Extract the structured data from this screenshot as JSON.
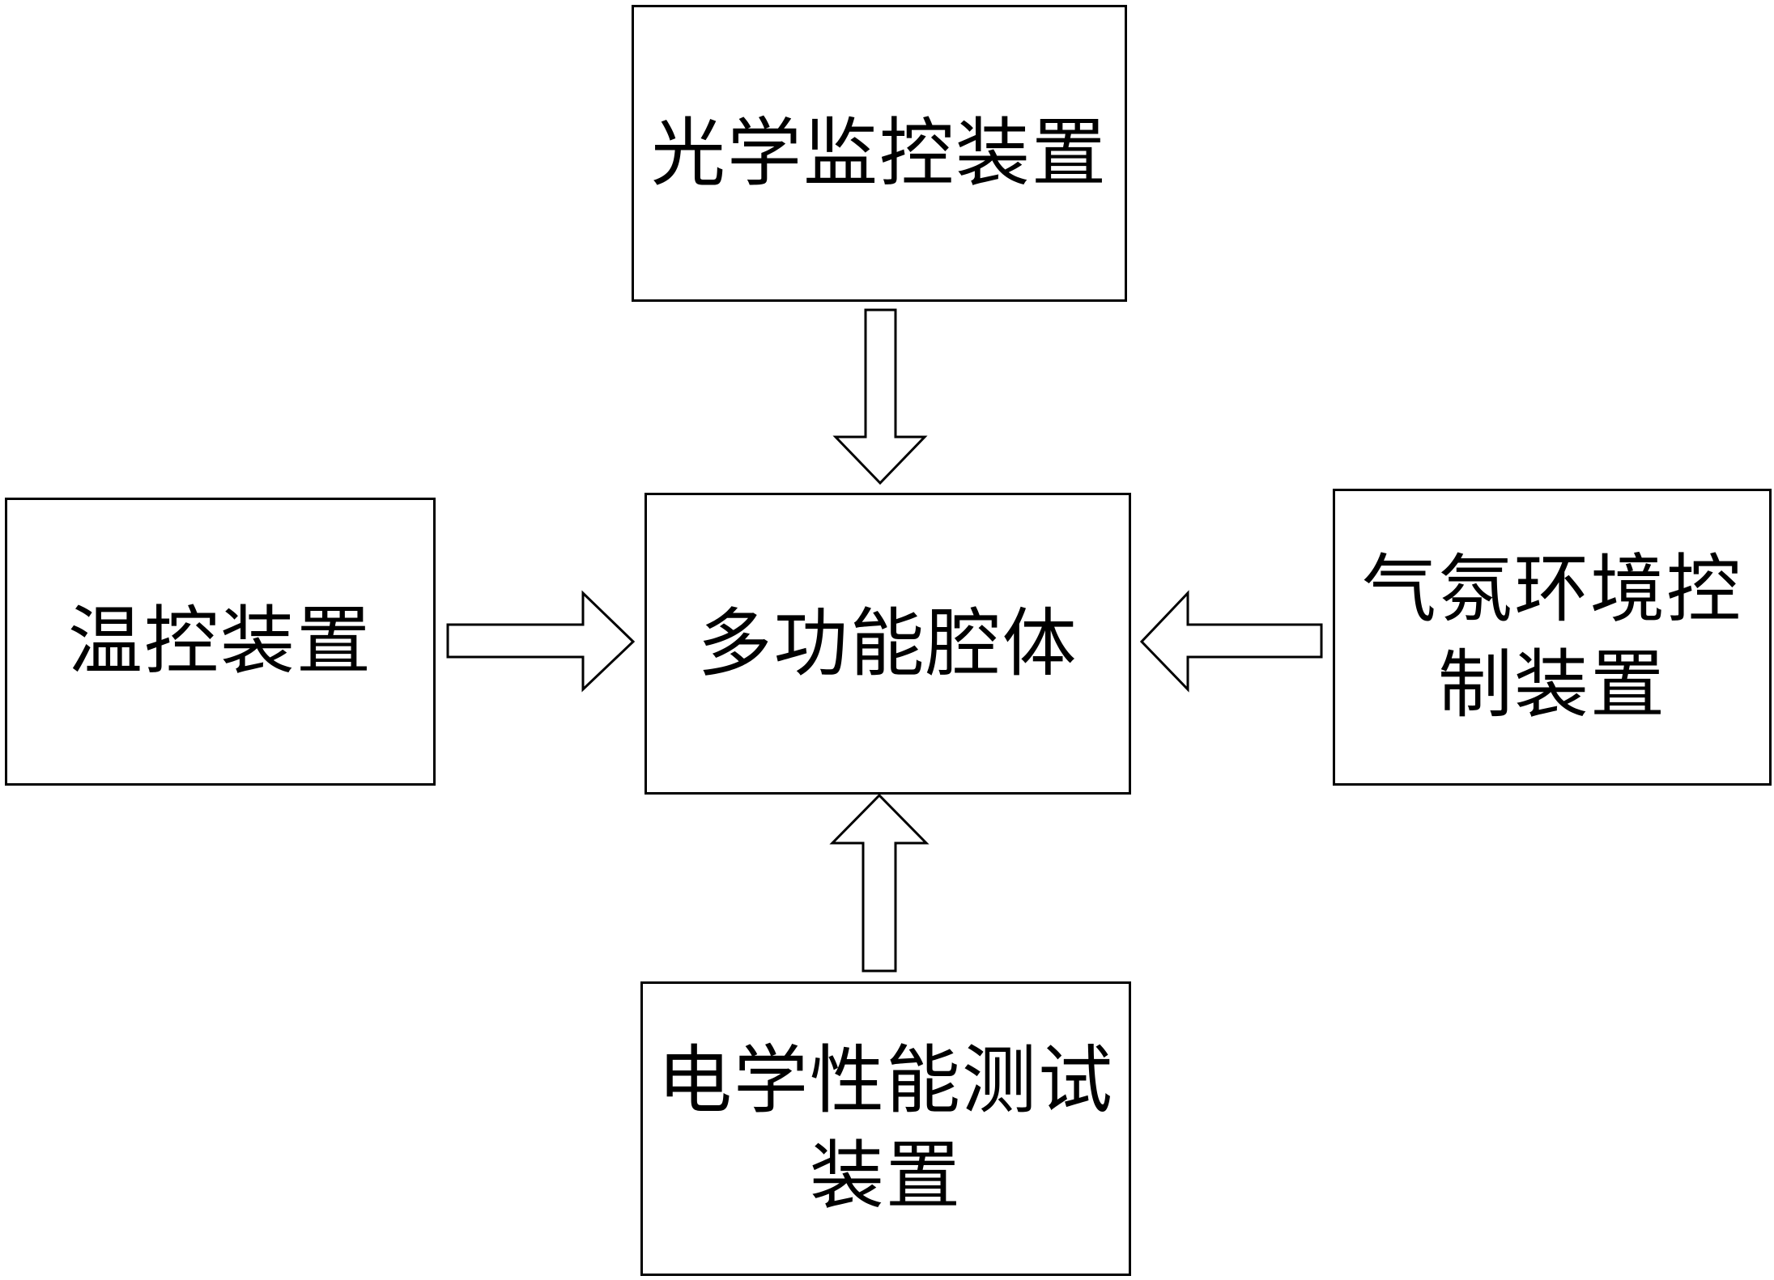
{
  "diagram": {
    "top_box": {
      "label": "光学监控装置"
    },
    "left_box": {
      "label": "温控装置"
    },
    "center_box": {
      "label": "多功能腔体"
    },
    "right_box": {
      "label": "气氛环境控\n制装置"
    },
    "bottom_box": {
      "label": "电学性能测试\n装置"
    }
  }
}
